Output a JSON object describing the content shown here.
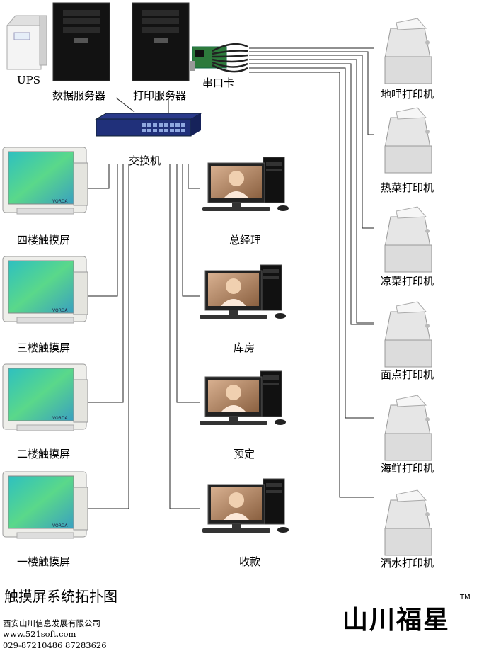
{
  "labels": {
    "ups": "UPS",
    "data_server": "数据服务器",
    "print_server": "打印服务器",
    "serial_card": "串口卡",
    "switch": "交换机",
    "touch4": "四楼触摸屏",
    "touch3": "三楼触摸屏",
    "touch2": "二楼触摸屏",
    "touch1": "一楼触摸屏",
    "pc_manager": "总经理",
    "pc_warehouse": "库房",
    "pc_booking": "预定",
    "pc_cashier": "收款",
    "printer_dili": "地哩打印机",
    "printer_hot": "热菜打印机",
    "printer_cold": "凉菜打印机",
    "printer_pastry": "面点打印机",
    "printer_seafood": "海鲜打印机",
    "printer_wine": "酒水打印机"
  },
  "footer": {
    "title": "触摸屏系统拓扑图",
    "company": "西安山川信息发展有限公司",
    "website": "www.521soft.com",
    "phone": "029-87210486 87283626"
  },
  "logo": {
    "text": "山川福星",
    "tm": "TM"
  }
}
